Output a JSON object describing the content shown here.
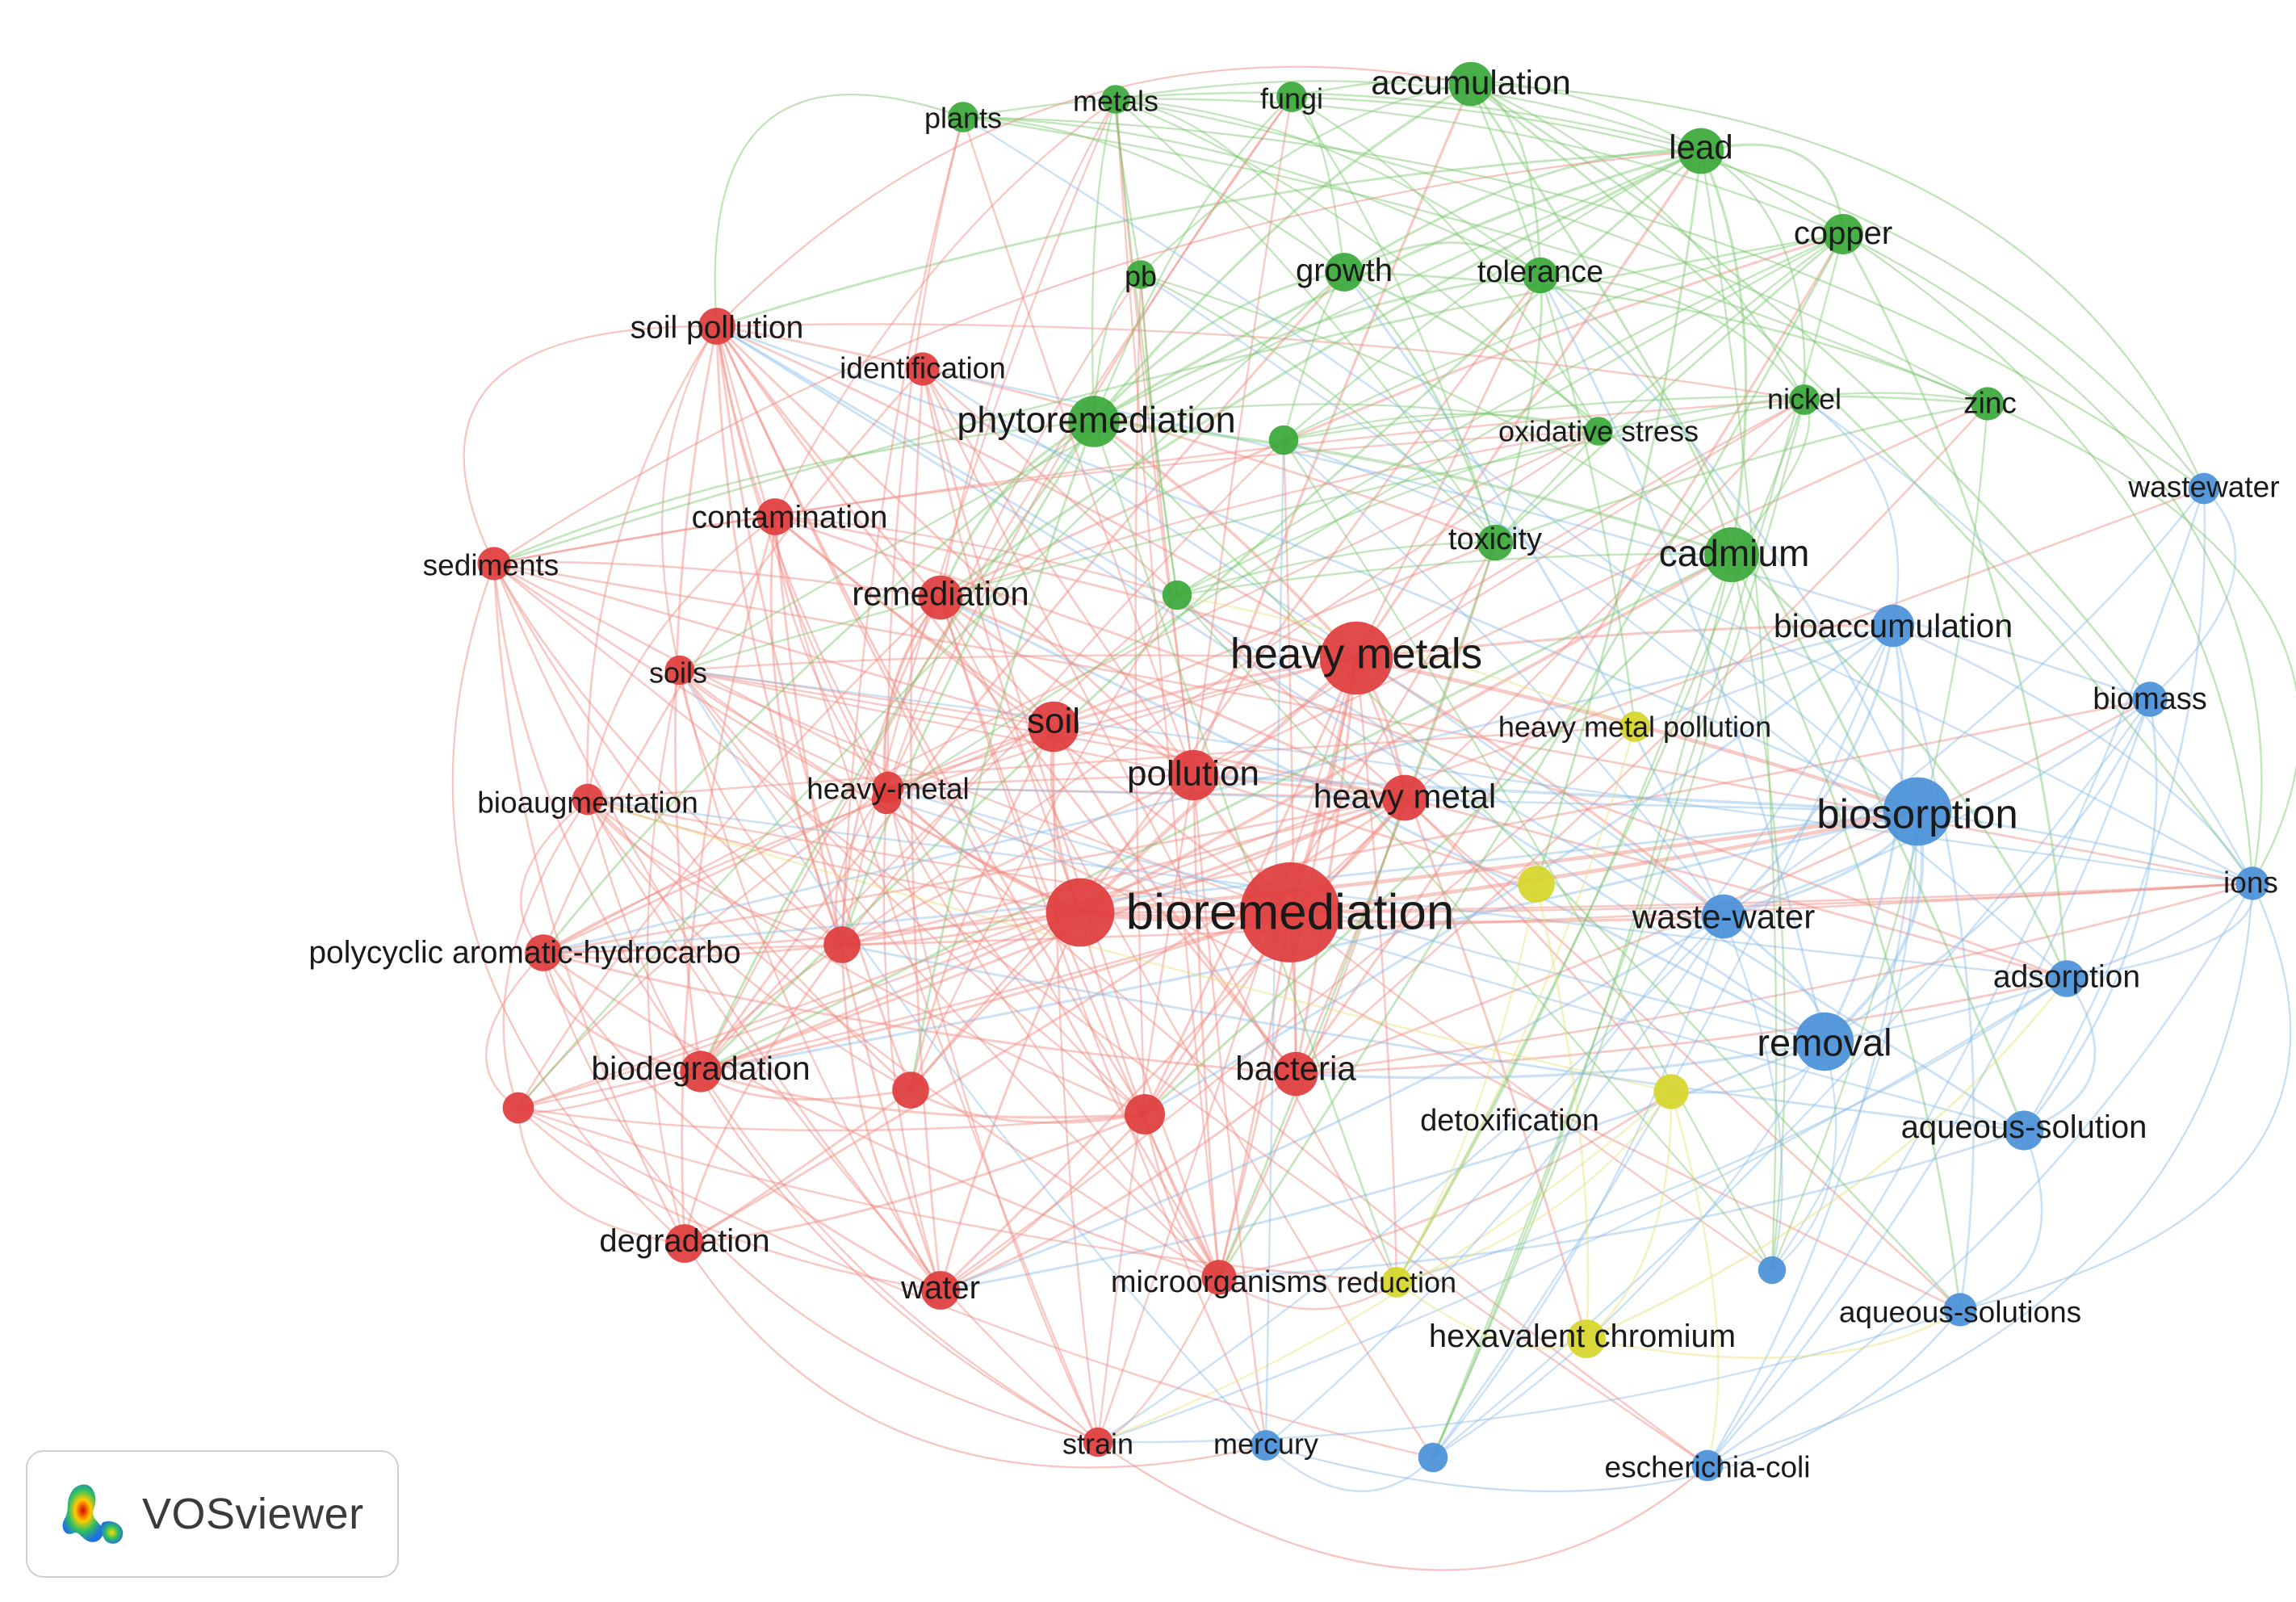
{
  "brand": {
    "label": "VOSviewer"
  },
  "colors": {
    "red": "#e03c3c",
    "green": "#3aa83a",
    "blue": "#4a90d9",
    "yellow": "#d6d62a",
    "edge_red": "#f08a80",
    "edge_green": "#7cc86e",
    "edge_blue": "#8cbce8",
    "edge_yellow": "#e6e07a"
  },
  "network": {
    "nodes": [
      {
        "id": "bioremediation",
        "label": "bioremediation",
        "cluster": "red",
        "weight": 10
      },
      {
        "id": "heavy metals",
        "label": "heavy metals",
        "cluster": "red",
        "weight": 7
      },
      {
        "id": "soil",
        "label": "soil",
        "cluster": "red",
        "weight": 4.5
      },
      {
        "id": "pollution",
        "label": "pollution",
        "cluster": "red",
        "weight": 4.5
      },
      {
        "id": "heavy metal",
        "label": "heavy metal",
        "cluster": "red",
        "weight": 4
      },
      {
        "id": "remediation",
        "label": "remediation",
        "cluster": "red",
        "weight": 3.8
      },
      {
        "id": "bacteria",
        "label": "bacteria",
        "cluster": "red",
        "weight": 3.8
      },
      {
        "id": "biodegradation",
        "label": "biodegradation",
        "cluster": "red",
        "weight": 3.5
      },
      {
        "id": "degradation",
        "label": "degradation",
        "cluster": "red",
        "weight": 3.2
      },
      {
        "id": "water",
        "label": "water",
        "cluster": "red",
        "weight": 3.2
      },
      {
        "id": "contamination",
        "label": "contamination",
        "cluster": "red",
        "weight": 3
      },
      {
        "id": "soil pollution",
        "label": "soil pollution",
        "cluster": "red",
        "weight": 3
      },
      {
        "id": "sediments",
        "label": "sediments",
        "cluster": "red",
        "weight": 2.6
      },
      {
        "id": "identification",
        "label": "identification",
        "cluster": "red",
        "weight": 2.6
      },
      {
        "id": "soils",
        "label": "soils",
        "cluster": "red",
        "weight": 2.2
      },
      {
        "id": "bioaugmentation",
        "label": "bioaugmentation",
        "cluster": "red",
        "weight": 2.4
      },
      {
        "id": "heavy-metal",
        "label": "heavy-metal",
        "cluster": "red",
        "weight": 2.4
      },
      {
        "id": "polycyclic aromatic-hydrocarbo",
        "label": "polycyclic aromatic-hydrocarbo",
        "cluster": "red",
        "weight": 3
      },
      {
        "id": "microorganisms",
        "label": "microorganisms",
        "cluster": "red",
        "weight": 2.8
      },
      {
        "id": "strain",
        "label": "strain",
        "cluster": "red",
        "weight": 2.2
      },
      {
        "id": "r-unl-1",
        "label": "",
        "cluster": "red",
        "weight": 6.5
      },
      {
        "id": "r-unl-2",
        "label": "",
        "cluster": "red",
        "weight": 3
      },
      {
        "id": "r-unl-3",
        "label": "",
        "cluster": "red",
        "weight": 3
      },
      {
        "id": "r-unl-4",
        "label": "",
        "cluster": "red",
        "weight": 3.4
      },
      {
        "id": "r-unl-5",
        "label": "",
        "cluster": "red",
        "weight": 2.4
      },
      {
        "id": "r-unl-6",
        "label": "",
        "cluster": "red",
        "weight": 2.2
      },
      {
        "id": "cadmium",
        "label": "cadmium",
        "cluster": "green",
        "weight": 5
      },
      {
        "id": "phytoremediation",
        "label": "phytoremediation",
        "cluster": "green",
        "weight": 4.6
      },
      {
        "id": "lead",
        "label": "lead",
        "cluster": "green",
        "weight": 4
      },
      {
        "id": "accumulation",
        "label": "accumulation",
        "cluster": "green",
        "weight": 3.8
      },
      {
        "id": "copper",
        "label": "copper",
        "cluster": "green",
        "weight": 3.4
      },
      {
        "id": "growth",
        "label": "growth",
        "cluster": "green",
        "weight": 3.2
      },
      {
        "id": "tolerance",
        "label": "tolerance",
        "cluster": "green",
        "weight": 2.9
      },
      {
        "id": "toxicity",
        "label": "toxicity",
        "cluster": "green",
        "weight": 2.9
      },
      {
        "id": "zinc",
        "label": "zinc",
        "cluster": "green",
        "weight": 2.6
      },
      {
        "id": "nickel",
        "label": "nickel",
        "cluster": "green",
        "weight": 2.3
      },
      {
        "id": "plants",
        "label": "plants",
        "cluster": "green",
        "weight": 2.3
      },
      {
        "id": "fungi",
        "label": "fungi",
        "cluster": "green",
        "weight": 2.3
      },
      {
        "id": "metals",
        "label": "metals",
        "cluster": "green",
        "weight": 2.1
      },
      {
        "id": "pb",
        "label": "pb",
        "cluster": "green",
        "weight": 2.1
      },
      {
        "id": "oxidative stress",
        "label": "oxidative stress",
        "cluster": "green",
        "weight": 2.1
      },
      {
        "id": "g-unl-1",
        "label": "",
        "cluster": "green",
        "weight": 2.2
      },
      {
        "id": "g-unl-2",
        "label": "",
        "cluster": "green",
        "weight": 2.2
      },
      {
        "id": "biosorption",
        "label": "biosorption",
        "cluster": "blue",
        "weight": 6.5
      },
      {
        "id": "removal",
        "label": "removal",
        "cluster": "blue",
        "weight": 5.4
      },
      {
        "id": "waste-water",
        "label": "waste-water",
        "cluster": "blue",
        "weight": 3.8
      },
      {
        "id": "bioaccumulation",
        "label": "bioaccumulation",
        "cluster": "blue",
        "weight": 3.6
      },
      {
        "id": "aqueous-solution",
        "label": "aqueous-solution",
        "cluster": "blue",
        "weight": 3.3
      },
      {
        "id": "adsorption",
        "label": "adsorption",
        "cluster": "blue",
        "weight": 3
      },
      {
        "id": "biomass",
        "label": "biomass",
        "cluster": "blue",
        "weight": 2.8
      },
      {
        "id": "ions",
        "label": "ions",
        "cluster": "blue",
        "weight": 2.6
      },
      {
        "id": "wastewater",
        "label": "wastewater",
        "cluster": "blue",
        "weight": 2.4
      },
      {
        "id": "aqueous-solutions",
        "label": "aqueous-solutions",
        "cluster": "blue",
        "weight": 2.6
      },
      {
        "id": "escherichia-coli",
        "label": "escherichia-coli",
        "cluster": "blue",
        "weight": 2.4
      },
      {
        "id": "mercury",
        "label": "mercury",
        "cluster": "blue",
        "weight": 2.3
      },
      {
        "id": "b-unl-1",
        "label": "",
        "cluster": "blue",
        "weight": 2.2
      },
      {
        "id": "b-unl-2",
        "label": "",
        "cluster": "blue",
        "weight": 2.0
      },
      {
        "id": "hexavalent chromium",
        "label": "hexavalent chromium",
        "cluster": "yellow",
        "weight": 3.2
      },
      {
        "id": "detoxification",
        "label": "detoxification",
        "cluster": "yellow",
        "weight": 2.8
      },
      {
        "id": "reduction",
        "label": "reduction",
        "cluster": "yellow",
        "weight": 2.3
      },
      {
        "id": "heavy metal pollution",
        "label": "heavy metal pollution",
        "cluster": "yellow",
        "weight": 2.3
      },
      {
        "id": "y-unl-1",
        "label": "",
        "cluster": "yellow",
        "weight": 3
      }
    ]
  }
}
